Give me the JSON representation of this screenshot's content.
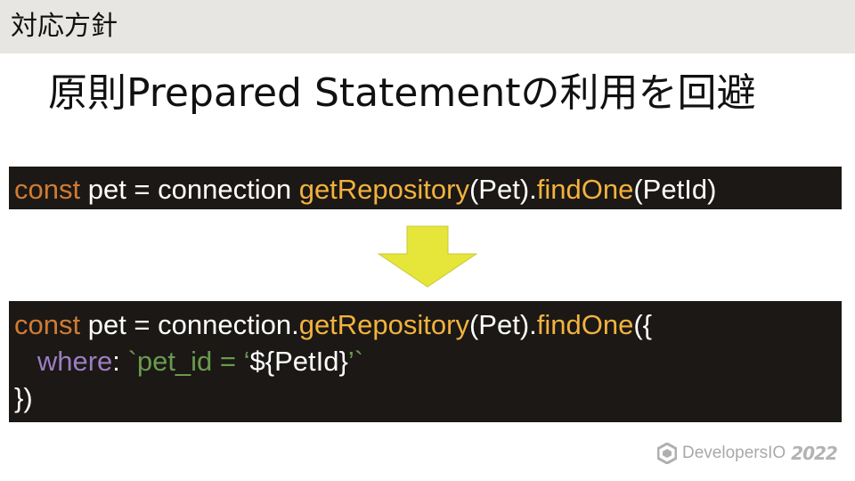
{
  "header": {
    "title": "対応方針"
  },
  "main": {
    "title": "原則Prepared Statementの利用を回避"
  },
  "code_before": {
    "t1": "const",
    "t2": " pet = connection ",
    "t3": "getRepository",
    "t4": "(Pet).",
    "t5": "findOne",
    "t6": "(PetId)"
  },
  "code_after": {
    "l1_t1": "const",
    "l1_t2": " pet = connection.",
    "l1_t3": "getRepository",
    "l1_t4": "(Pet).",
    "l1_t5": "findOne",
    "l1_t6": "({",
    "l2_indent": "   ",
    "l2_t1": "where",
    "l2_t2": ": ",
    "l2_t3": "`pet_id = ‘",
    "l2_t4": "${PetId}",
    "l2_t5": "’`",
    "l3": "})"
  },
  "footer": {
    "brand": "DevelopersIO",
    "year": "2022",
    "logo_icon": "hexagon-logo-icon"
  },
  "colors": {
    "header_bg": "#e8e6e2",
    "code_bg": "#1b1815",
    "keyword": "#d07b34",
    "function": "#f2b23e",
    "property": "#9b7ec0",
    "string": "#6a9a4f",
    "arrow": "#e5e53a"
  }
}
